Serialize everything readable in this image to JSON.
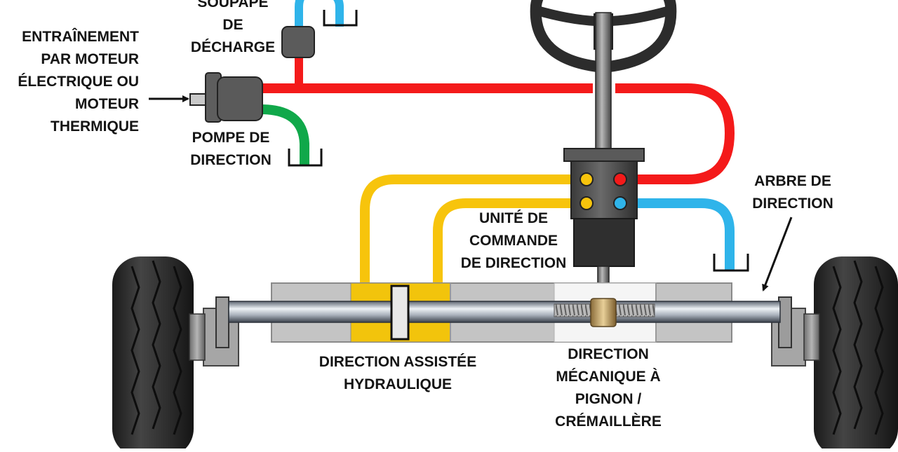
{
  "labels": {
    "electric_drive": [
      "ENTRAÎNEMENT",
      "PAR MOTEUR",
      "ÉLECTRIQUE OU",
      "MOTEUR",
      "THERMIQUE"
    ],
    "relief_valve": [
      "SOUPAPE",
      "DE",
      "DÉCHARGE"
    ],
    "steering_pump": [
      "POMPE DE",
      "DIRECTION"
    ],
    "control_unit": [
      "UNITÉ DE",
      "COMMANDE",
      "DE DIRECTION"
    ],
    "steering_shaft": [
      "ARBRE DE",
      "DIRECTION"
    ],
    "hydraulic_assist": [
      "DIRECTION ASSISTÉE",
      "HYDRAULIQUE"
    ],
    "rack_pinion": [
      "DIRECTION",
      "MÉCANIQUE À",
      "PIGNON /",
      "CRÉMAILLÈRE"
    ]
  },
  "colors": {
    "pressure_line": "#f41a1a",
    "return_line": "#2fb4ea",
    "supply_line": "#10a84a",
    "assist_line": "#f7c40c",
    "housing": "#c4c4c4",
    "component_dark": "#4e4e4e",
    "tire": "#2a2a2a"
  }
}
